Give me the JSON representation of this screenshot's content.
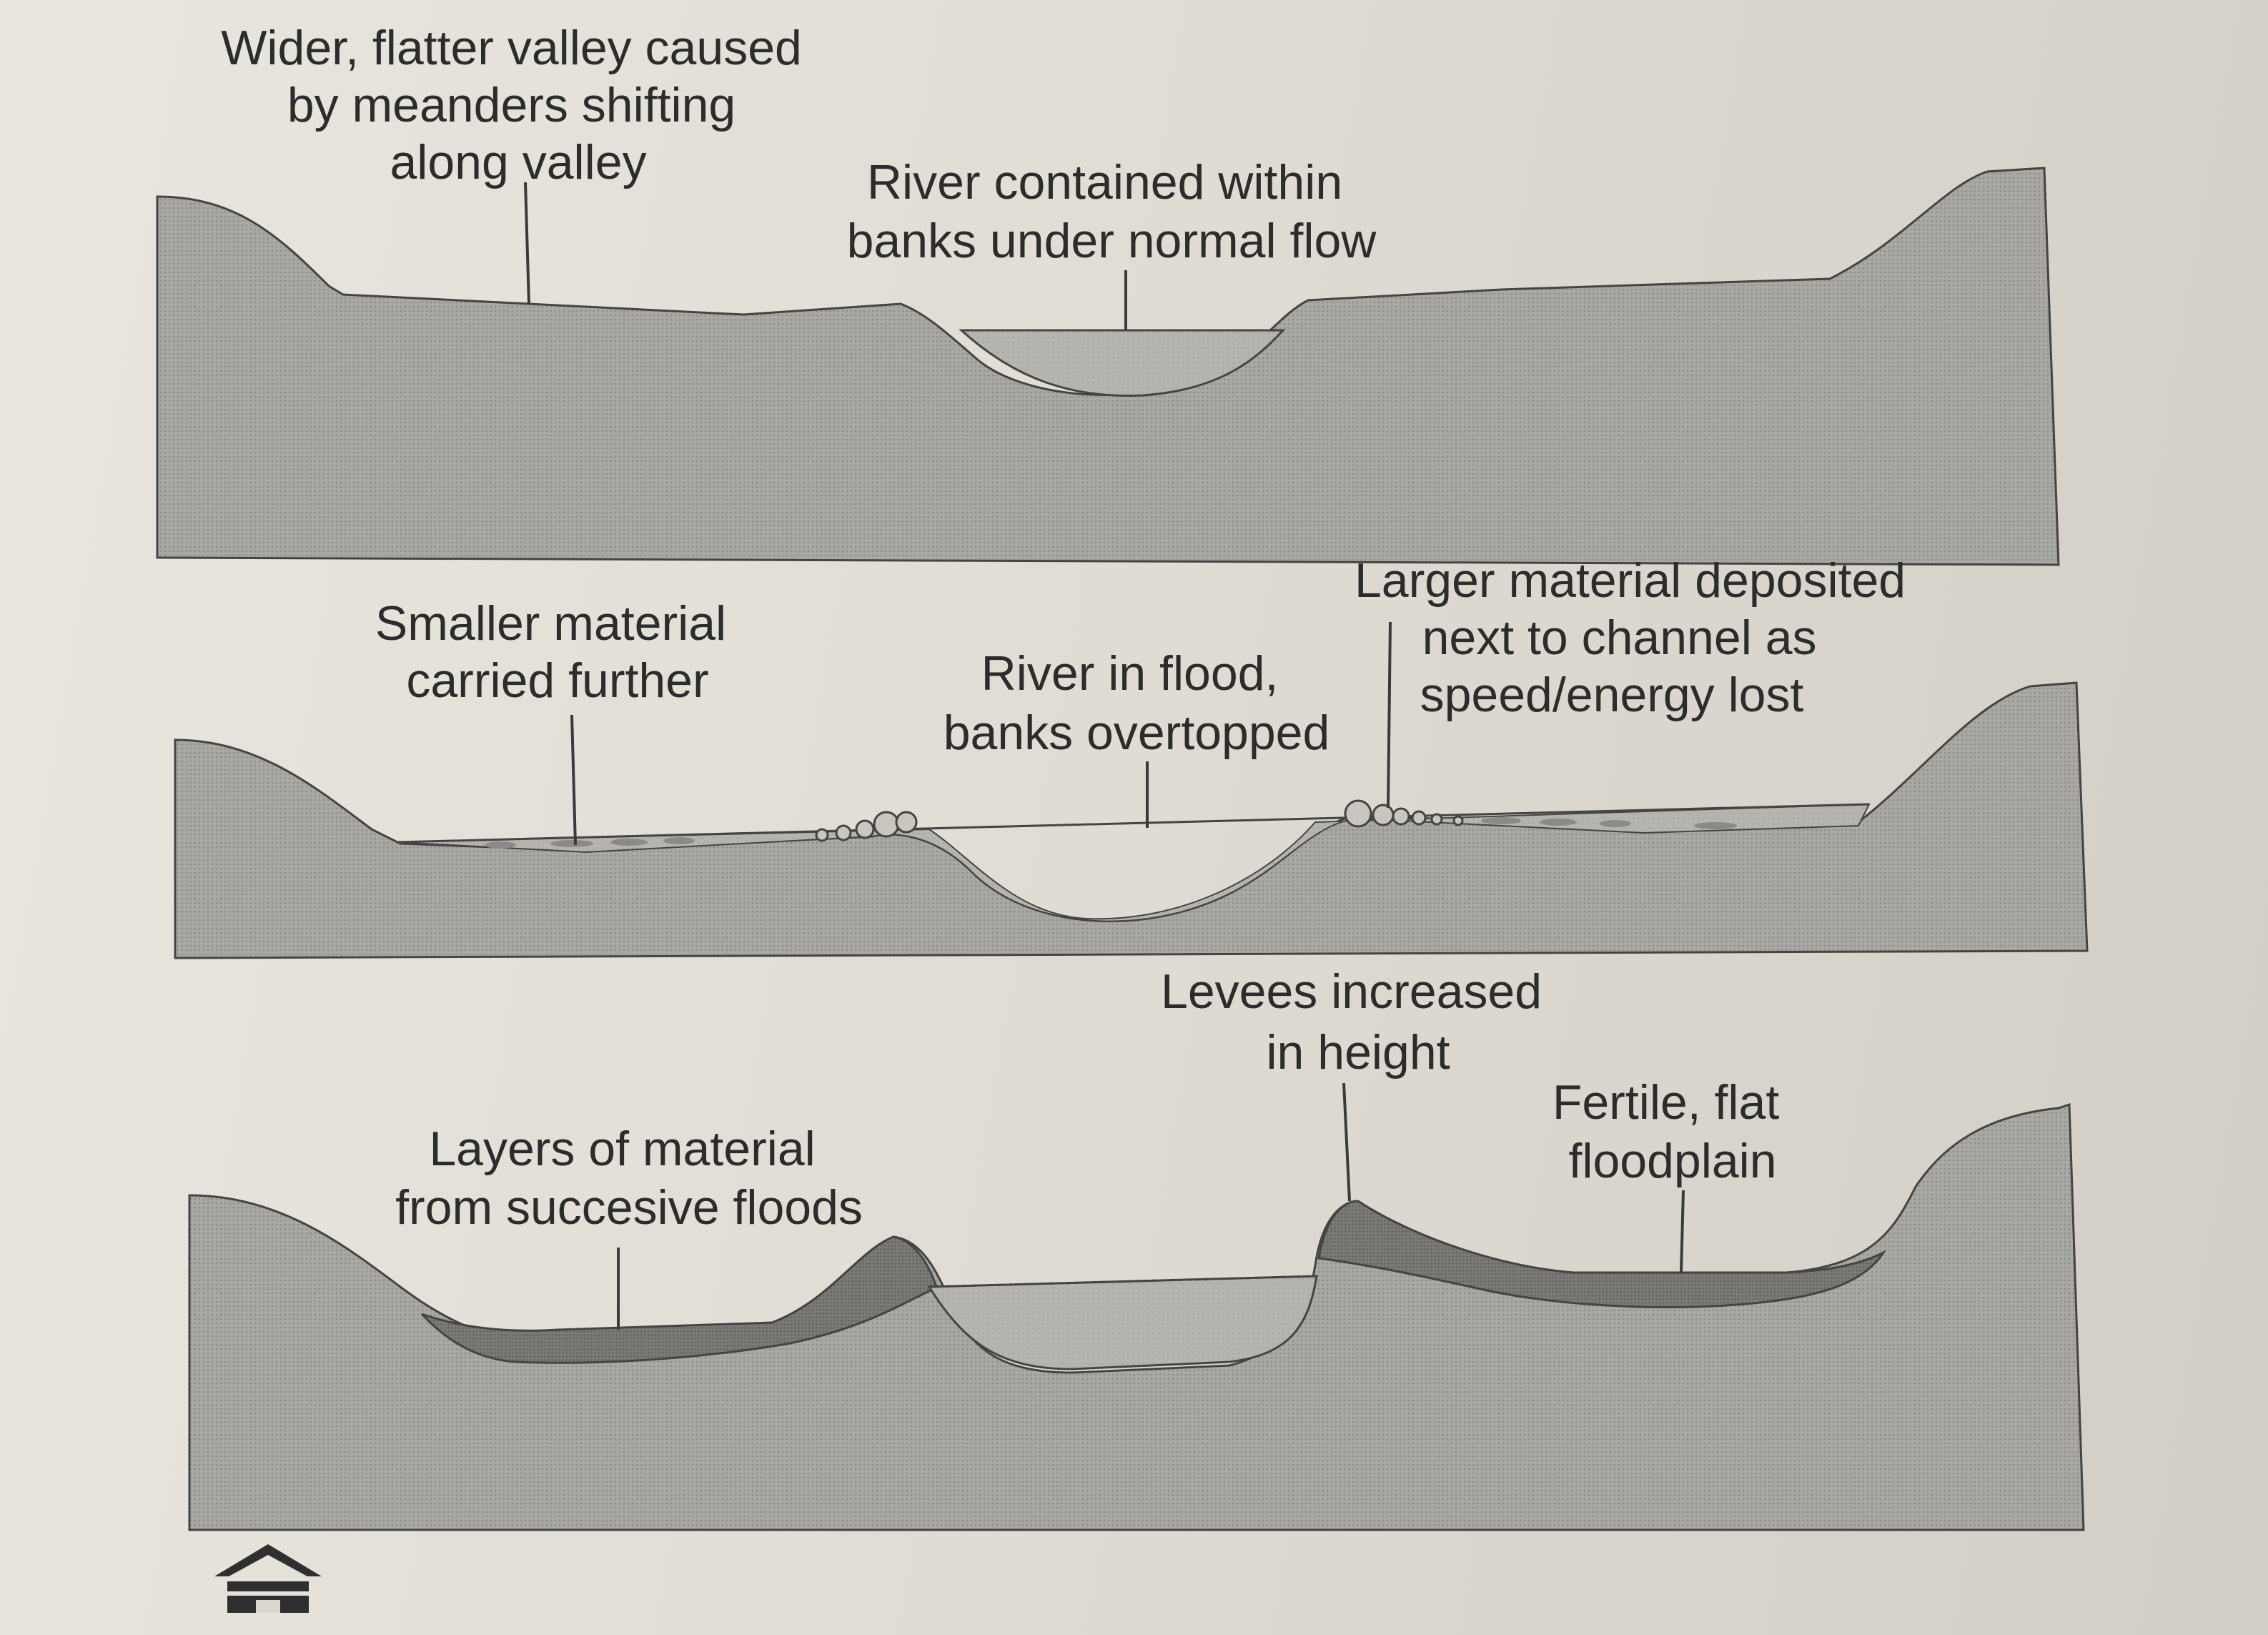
{
  "panels": [
    {
      "id": "normal-flow",
      "labels": [
        {
          "id": "wider-valley",
          "lines": [
            "Wider, flatter valley caused",
            "by meanders shifting",
            "along valley"
          ]
        },
        {
          "id": "river-contained",
          "lines": [
            "River contained within",
            "banks under normal flow"
          ]
        }
      ]
    },
    {
      "id": "in-flood",
      "labels": [
        {
          "id": "smaller-material",
          "lines": [
            "Smaller material",
            "carried further"
          ]
        },
        {
          "id": "river-in-flood",
          "lines": [
            "River in flood,",
            "banks overtopped"
          ]
        },
        {
          "id": "larger-material",
          "lines": [
            "Larger material deposited",
            "next to channel as",
            "speed/energy lost"
          ]
        }
      ]
    },
    {
      "id": "after-floods",
      "labels": [
        {
          "id": "levees-increased",
          "lines": [
            "Levees increased",
            "in height"
          ]
        },
        {
          "id": "layers-material",
          "lines": [
            "Layers of material",
            "from succesive floods"
          ]
        },
        {
          "id": "fertile-floodplain",
          "lines": [
            "Fertile, flat",
            "floodplain"
          ]
        }
      ]
    }
  ],
  "colors": {
    "ground": "#a9a7a2",
    "water": "#b3b1ab",
    "sediment": "#7e7c78",
    "outline": "#444444",
    "text": "#2c2c2c"
  },
  "footer_icon": "house-icon"
}
